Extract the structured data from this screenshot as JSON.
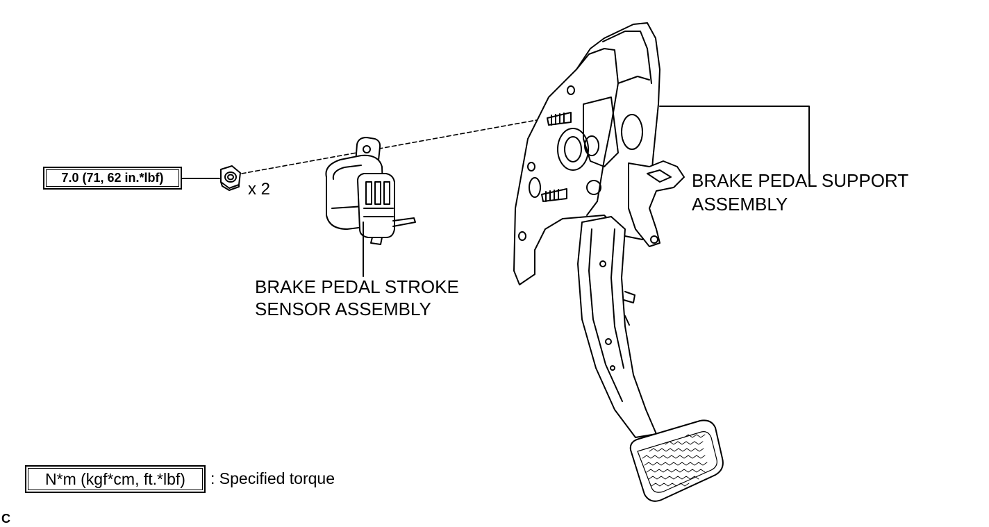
{
  "torque_value": "7.0 (71, 62 in.*lbf)",
  "quantity": "x 2",
  "stroke_sensor": {
    "line1": "BRAKE PEDAL STROKE",
    "line2": "SENSOR ASSEMBLY"
  },
  "support_assembly": {
    "line1": "BRAKE PEDAL SUPPORT",
    "line2": "ASSEMBLY"
  },
  "legend": {
    "unit_box": "N*m (kgf*cm, ft.*lbf)",
    "description": ": Specified torque"
  },
  "corner_code": "C"
}
